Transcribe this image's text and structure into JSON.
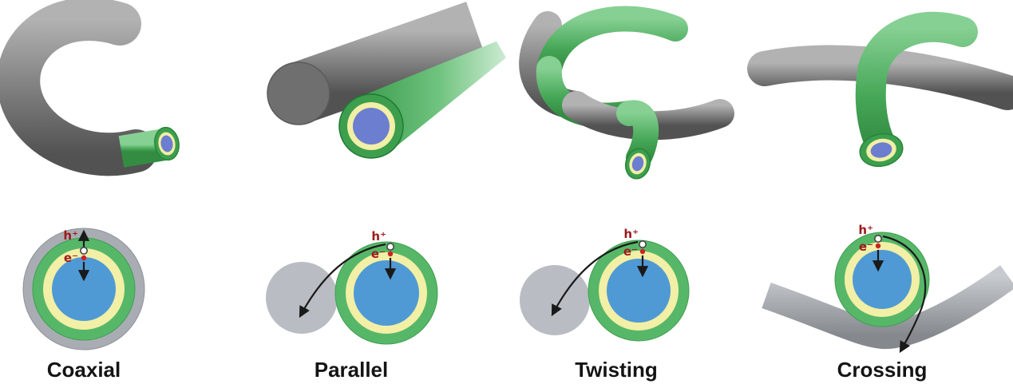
{
  "figure": {
    "type": "scientific-diagram",
    "panels": [
      {
        "id": "coaxial",
        "label": "Coaxial"
      },
      {
        "id": "parallel",
        "label": "Parallel"
      },
      {
        "id": "twisting",
        "label": "Twisting"
      },
      {
        "id": "crossing",
        "label": "Crossing"
      }
    ],
    "charge_labels": {
      "hole": "h⁺",
      "electron": "e⁻"
    },
    "colors": {
      "fiber_gray_light": "#b0b0b0",
      "fiber_gray_dark": "#555555",
      "fiber_green": "#3d9f4d",
      "shell_green": "#57b768",
      "layer_yellow": "#f2efa6",
      "core_blue": "#4f9ad5",
      "core_indigo": "#6b7ed0",
      "electrode_gray": "#b9bdc3",
      "outer_ring_gray": "#a9adb3",
      "charge_text_red": "#9b1a1a",
      "electron_dot_red": "#cc2222",
      "arrow_black": "#1a1a1a",
      "background": "#ffffff"
    }
  }
}
